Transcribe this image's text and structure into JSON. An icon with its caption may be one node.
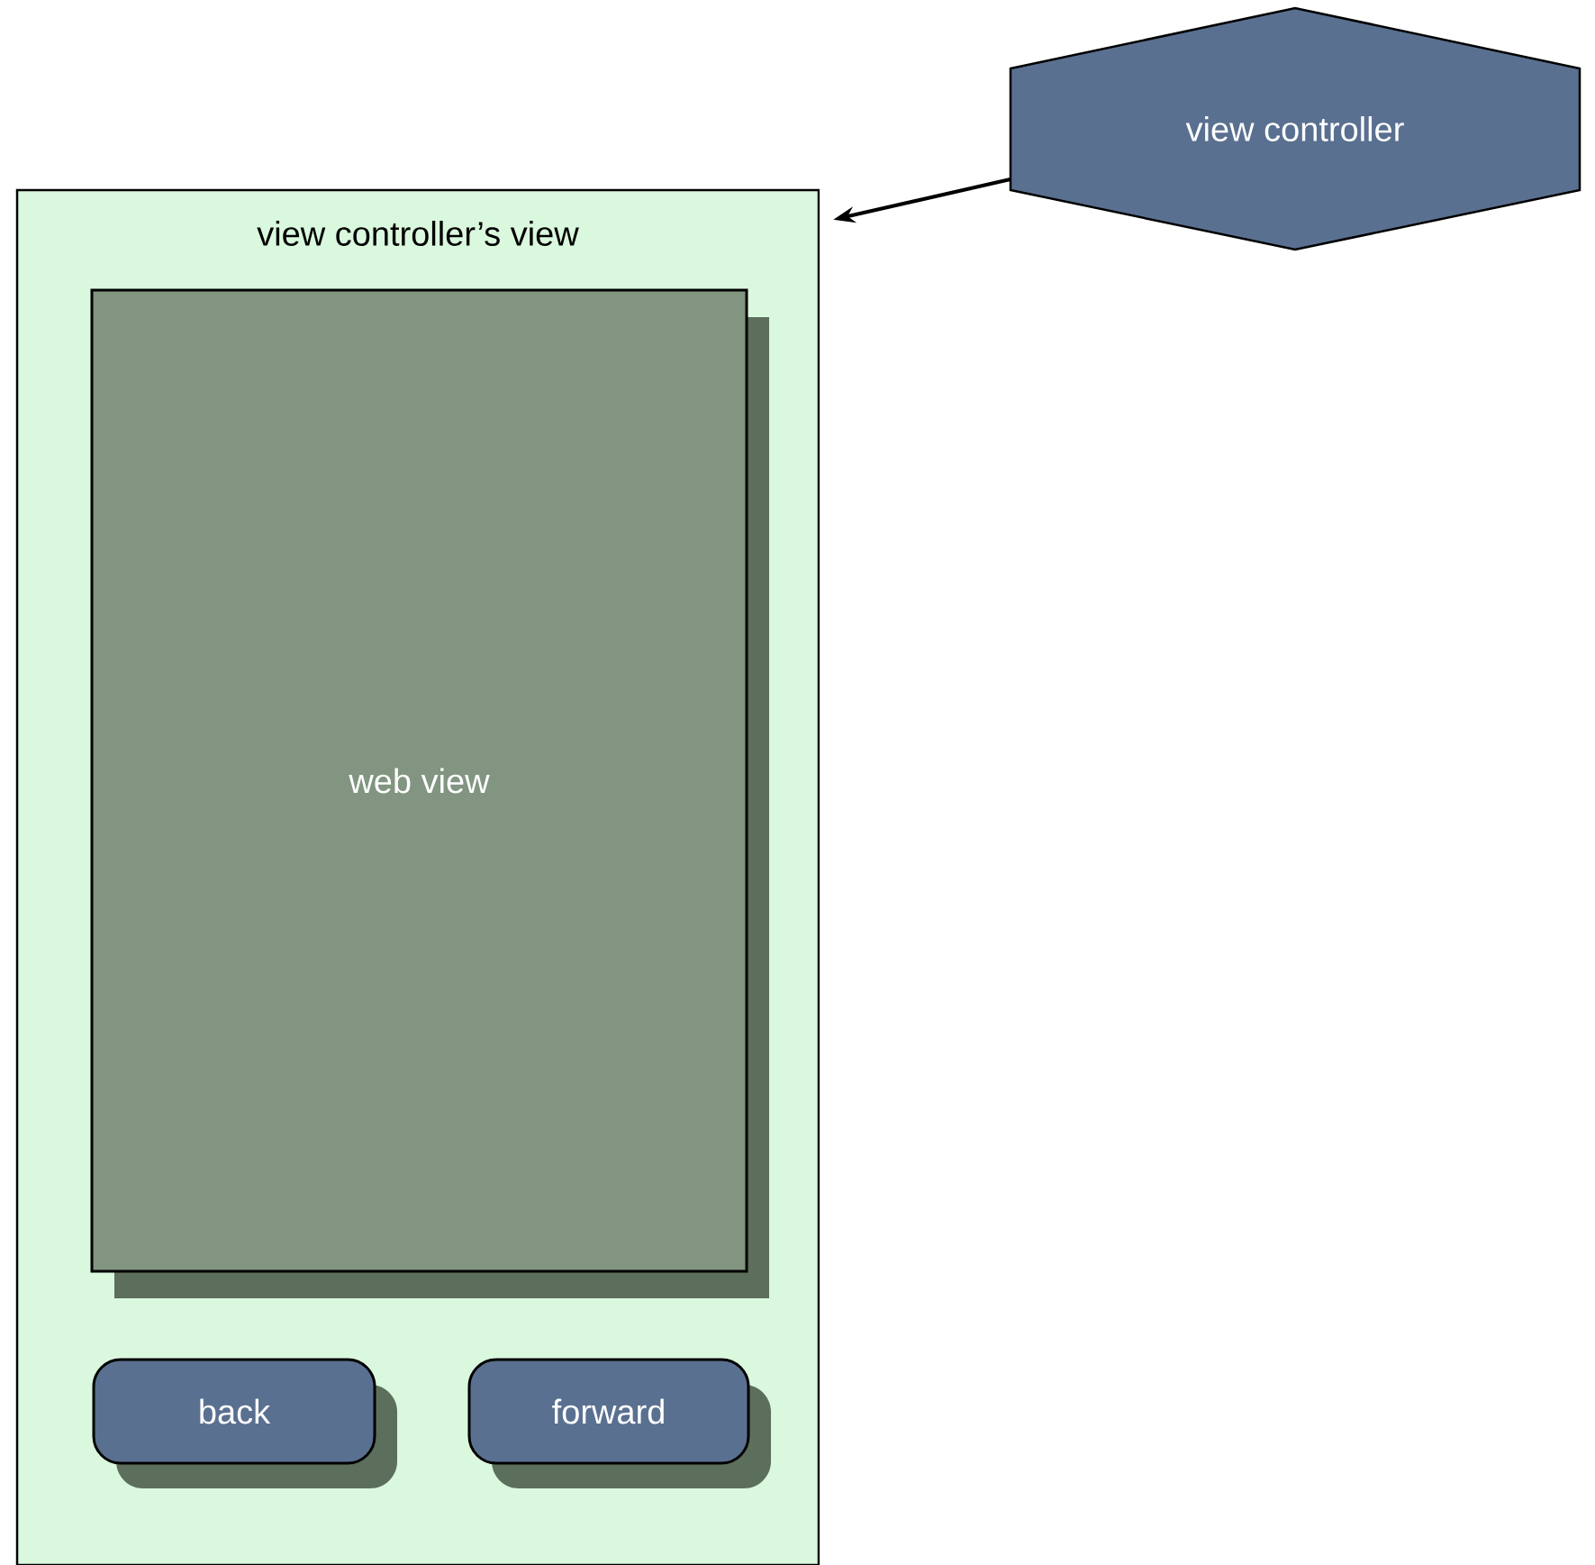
{
  "diagram": {
    "nodes": [
      {
        "text": [
          "view controller’s view"
        ]
      },
      {
        "text": [
          "web view"
        ],
        "in": 0
      },
      {
        "text": [
          "back"
        ],
        "in": 0
      },
      {
        "text": [
          "forward"
        ],
        "in": 0
      },
      {
        "text": [
          "view controller"
        ]
      }
    ],
    "edges": [
      {
        "from": 4,
        "to": 0,
        "arrow": "to"
      }
    ]
  }
}
